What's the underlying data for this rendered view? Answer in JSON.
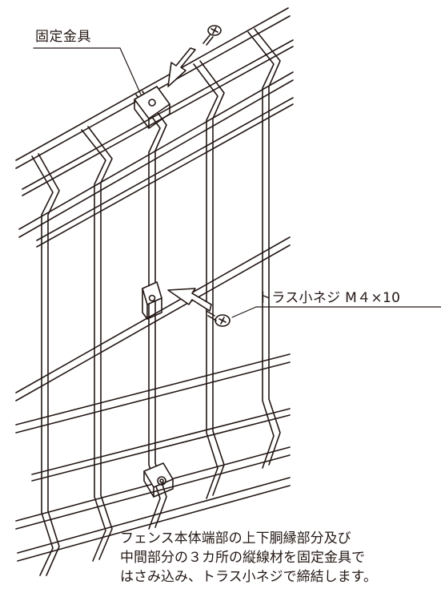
{
  "labels": {
    "bracket": "固定金具",
    "screw": "トラス小ネジ M４×10"
  },
  "description": {
    "line1": "フェンス本体端部の上下胴縁部分及び",
    "line2": "中間部分の３カ所の縦線材を固定金具で",
    "line3": "はさみ込み、トラス小ネジで締結します。"
  },
  "colors": {
    "line": "#231815",
    "background": "#ffffff"
  },
  "icons": [
    "truss-screw-icon",
    "arrow-icon",
    "bracket-icon"
  ]
}
